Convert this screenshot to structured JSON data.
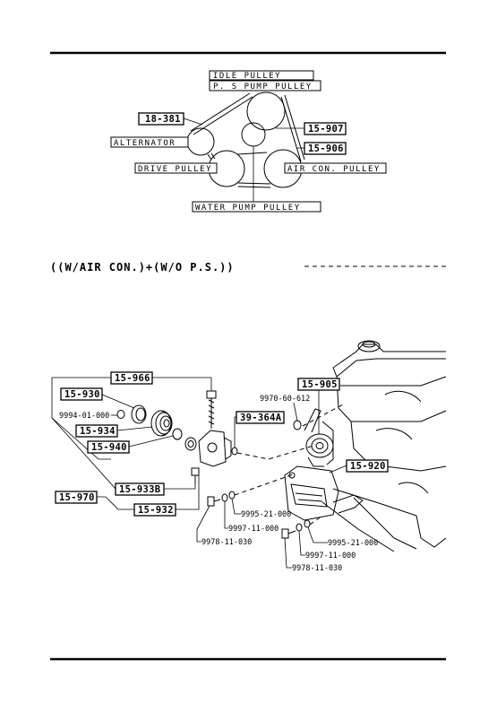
{
  "belt_diagram": {
    "labels": {
      "idle_pulley": "IDLE PULLEY",
      "ps_pump_pulley": "P. S PUMP PULLEY",
      "alternator": "ALTERNATOR",
      "drive_pulley": "DRIVE PULLEY",
      "air_con_pulley": "AIR CON. PULLEY",
      "water_pump_pulley": "WATER PUMP PULLEY"
    },
    "parts": {
      "p18_381": "18-381",
      "p15_907": "15-907",
      "p15_906": "15-906"
    }
  },
  "section_header": "((W/AIR CON.)+(W/O P.S.))",
  "exploded_view": {
    "parts": {
      "p15_966": "15-966",
      "p15_930": "15-930",
      "p9994_01_000": "9994-01-000",
      "p15_934": "15-934",
      "p15_940": "15-940",
      "p15_933b": "15-933B",
      "p15_970": "15-970",
      "p15_932": "15-932",
      "p39_364a": "39-364A",
      "p15_905": "15-905",
      "p9970_60_612": "9970-60-612",
      "p15_920": "15-920",
      "p9995_21_000_a": "9995-21-000",
      "p9997_11_000_a": "9997-11-000",
      "p9978_11_030_a": "9978-11-030",
      "p9995_21_000_b": "9995-21-000",
      "p9997_11_000_b": "9997-11-000",
      "p9978_11_030_b": "9978-11-030"
    }
  }
}
